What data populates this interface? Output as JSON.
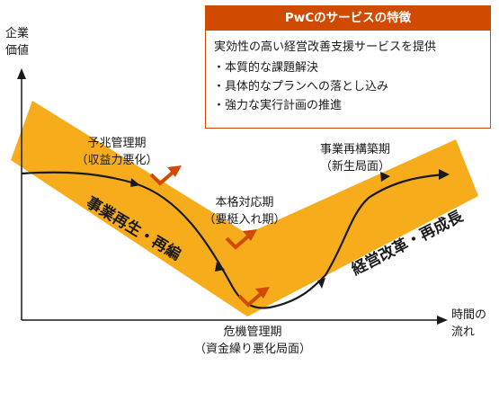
{
  "callout": {
    "title": "PwCのサービスの特徴",
    "lead": "実効性の高い経営改善支援サービスを提供",
    "items": [
      "本質的な課題解決",
      "具体的なプランへの落とし込み",
      "強力な実行計画の推進"
    ]
  },
  "axes": {
    "y_label_line1": "企業",
    "y_label_line2": "価値",
    "x_label_line1": "時間の",
    "x_label_line2": "流れ"
  },
  "stages": {
    "warning": {
      "line1": "予兆管理期",
      "line2": "（収益力悪化）"
    },
    "full": {
      "line1": "本格対応期",
      "line2": "（要梃入れ期）"
    },
    "crisis": {
      "line1": "危機管理期",
      "line2": "（資金繰り悪化局面）"
    },
    "rebuild": {
      "line1": "事業再構築期",
      "line2": "（新生局面）"
    }
  },
  "bands": {
    "left": "事業再生・再編",
    "right": "経営改革・再成長"
  },
  "colors": {
    "band": "#f7ad1b",
    "accent": "#d04a02",
    "line": "#1a1a1a"
  }
}
